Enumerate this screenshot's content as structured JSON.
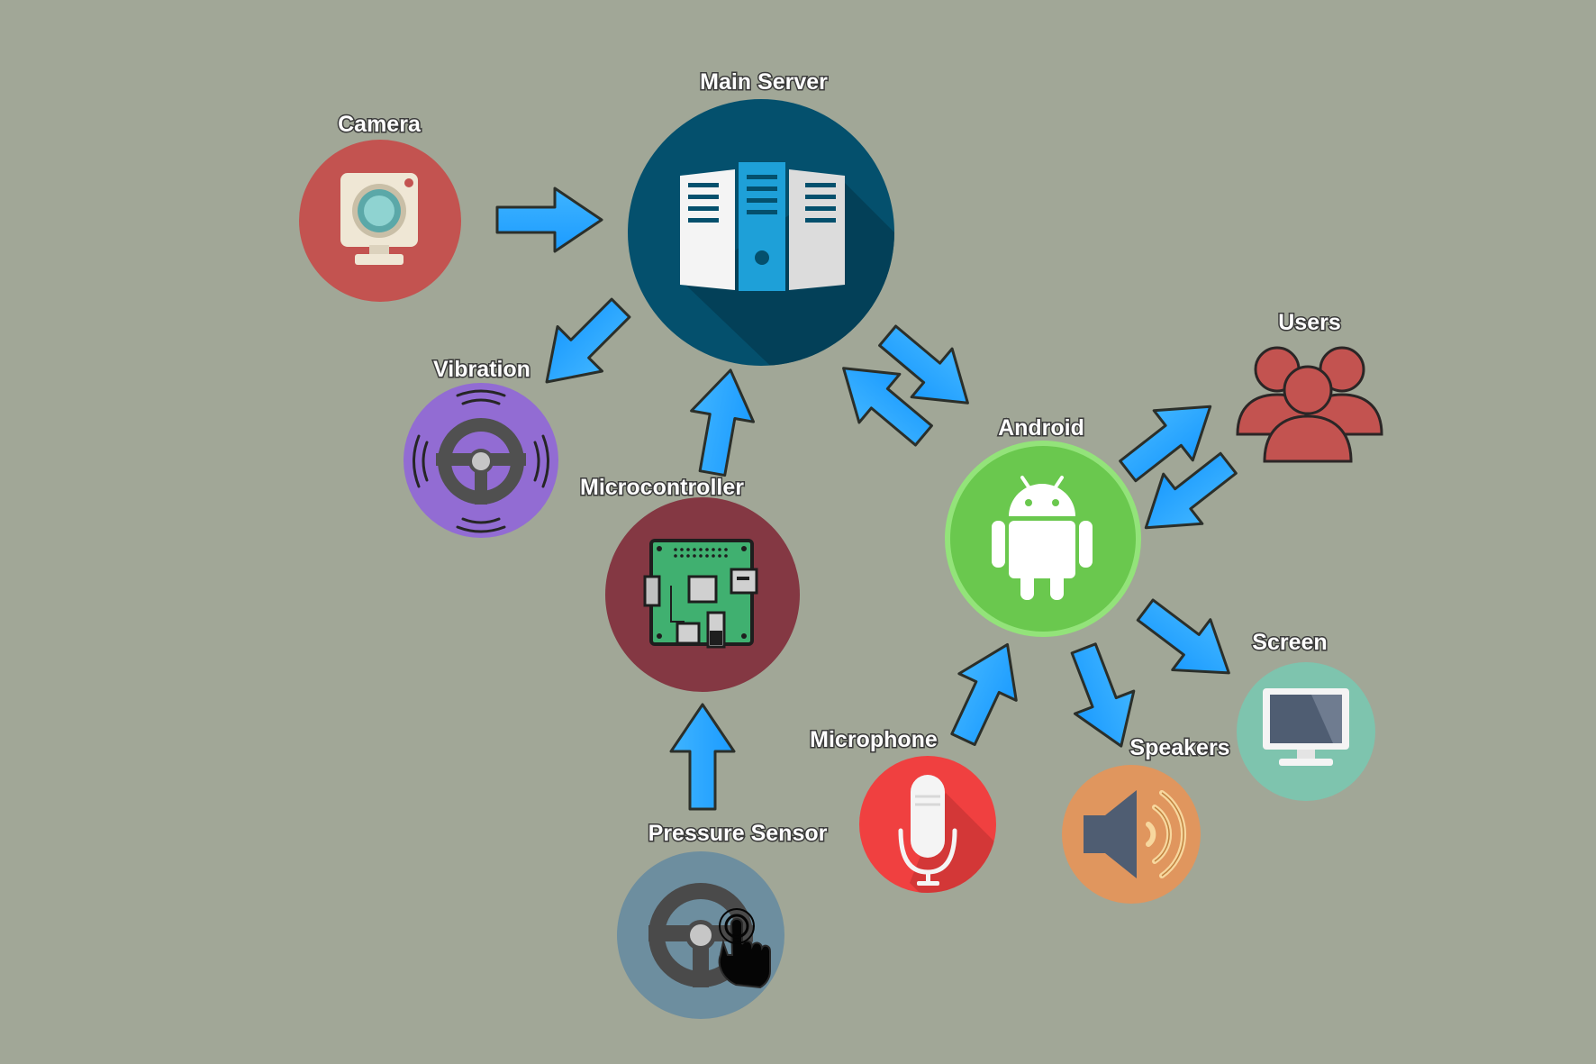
{
  "diagram": {
    "nodes": {
      "camera": {
        "label": "Camera",
        "color": "#c35350"
      },
      "main_server": {
        "label": "Main Server",
        "color": "#04506d"
      },
      "vibration": {
        "label": "Vibration",
        "color": "#926cd3"
      },
      "microcontroller": {
        "label": "Microcontroller",
        "color": "#843843"
      },
      "pressure_sensor": {
        "label": "Pressure Sensor",
        "color": "#6d8e9f"
      },
      "android": {
        "label": "Android",
        "color": "#6ac84e"
      },
      "users": {
        "label": "Users",
        "color": "#c35350"
      },
      "screen": {
        "label": "Screen",
        "color": "#7ec4ae"
      },
      "speakers": {
        "label": "Speakers",
        "color": "#e0965e"
      },
      "microphone": {
        "label": "Microphone",
        "color": "#f04040"
      }
    },
    "arrow_color": "#1b9bff",
    "connections": [
      {
        "from": "camera",
        "to": "main_server"
      },
      {
        "from": "main_server",
        "to": "vibration"
      },
      {
        "from": "microcontroller",
        "to": "main_server"
      },
      {
        "from": "main_server",
        "to": "android"
      },
      {
        "from": "android",
        "to": "main_server"
      },
      {
        "from": "pressure_sensor",
        "to": "microcontroller"
      },
      {
        "from": "android",
        "to": "users"
      },
      {
        "from": "users",
        "to": "android"
      },
      {
        "from": "android",
        "to": "screen"
      },
      {
        "from": "android",
        "to": "speakers"
      },
      {
        "from": "microphone",
        "to": "android"
      }
    ]
  }
}
